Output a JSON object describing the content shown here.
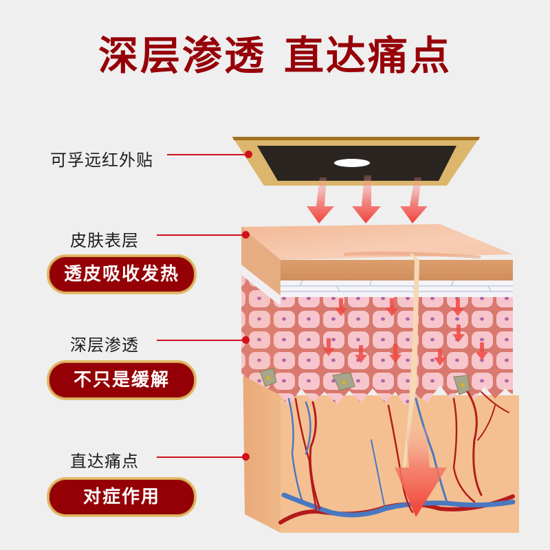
{
  "headline": {
    "part1": "深层渗透",
    "part2": "直达痛点",
    "color": "#960008"
  },
  "callouts": [
    {
      "label": "可孚远红外贴",
      "badge": null
    },
    {
      "label": "皮肤表层",
      "badge": "透皮吸收发热"
    },
    {
      "label": "深层渗透",
      "badge": "不只是缓解"
    },
    {
      "label": "直达痛点",
      "badge": "对症作用"
    }
  ],
  "colors": {
    "connector": "#d0101a",
    "badge_fill": "#940006",
    "badge_border": "#e2b968",
    "patch_frame": "#d9b46a",
    "patch_core": "#2a2522",
    "skin_surface": "#f0b89a",
    "dermis": "#f4c092",
    "cells": "#f7c6cc",
    "artery": "#b31b1b",
    "vein": "#4a78c0",
    "heat_arrow": "#f2443c"
  },
  "illustration": {
    "patch": "far-infrared-patch",
    "skin_block": "skin-cross-section"
  }
}
